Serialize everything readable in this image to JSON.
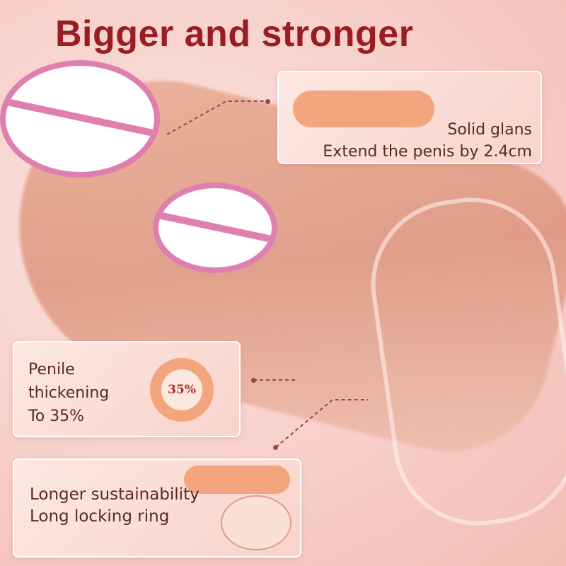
{
  "title": "Bigger and stronger",
  "callouts": {
    "glans": {
      "line1": "Solid glans",
      "line2": "Extend the penis by 2.4cm"
    },
    "thickening": {
      "line1": "Penile",
      "line2": "thickening",
      "line3": "To 35%",
      "badge": "35%"
    },
    "ring": {
      "line1": "Longer sustainability",
      "line2": "Long locking ring"
    }
  },
  "colors": {
    "title": "#9a1d22",
    "accent": "#f3a67d",
    "censor": "#df7fb0"
  }
}
